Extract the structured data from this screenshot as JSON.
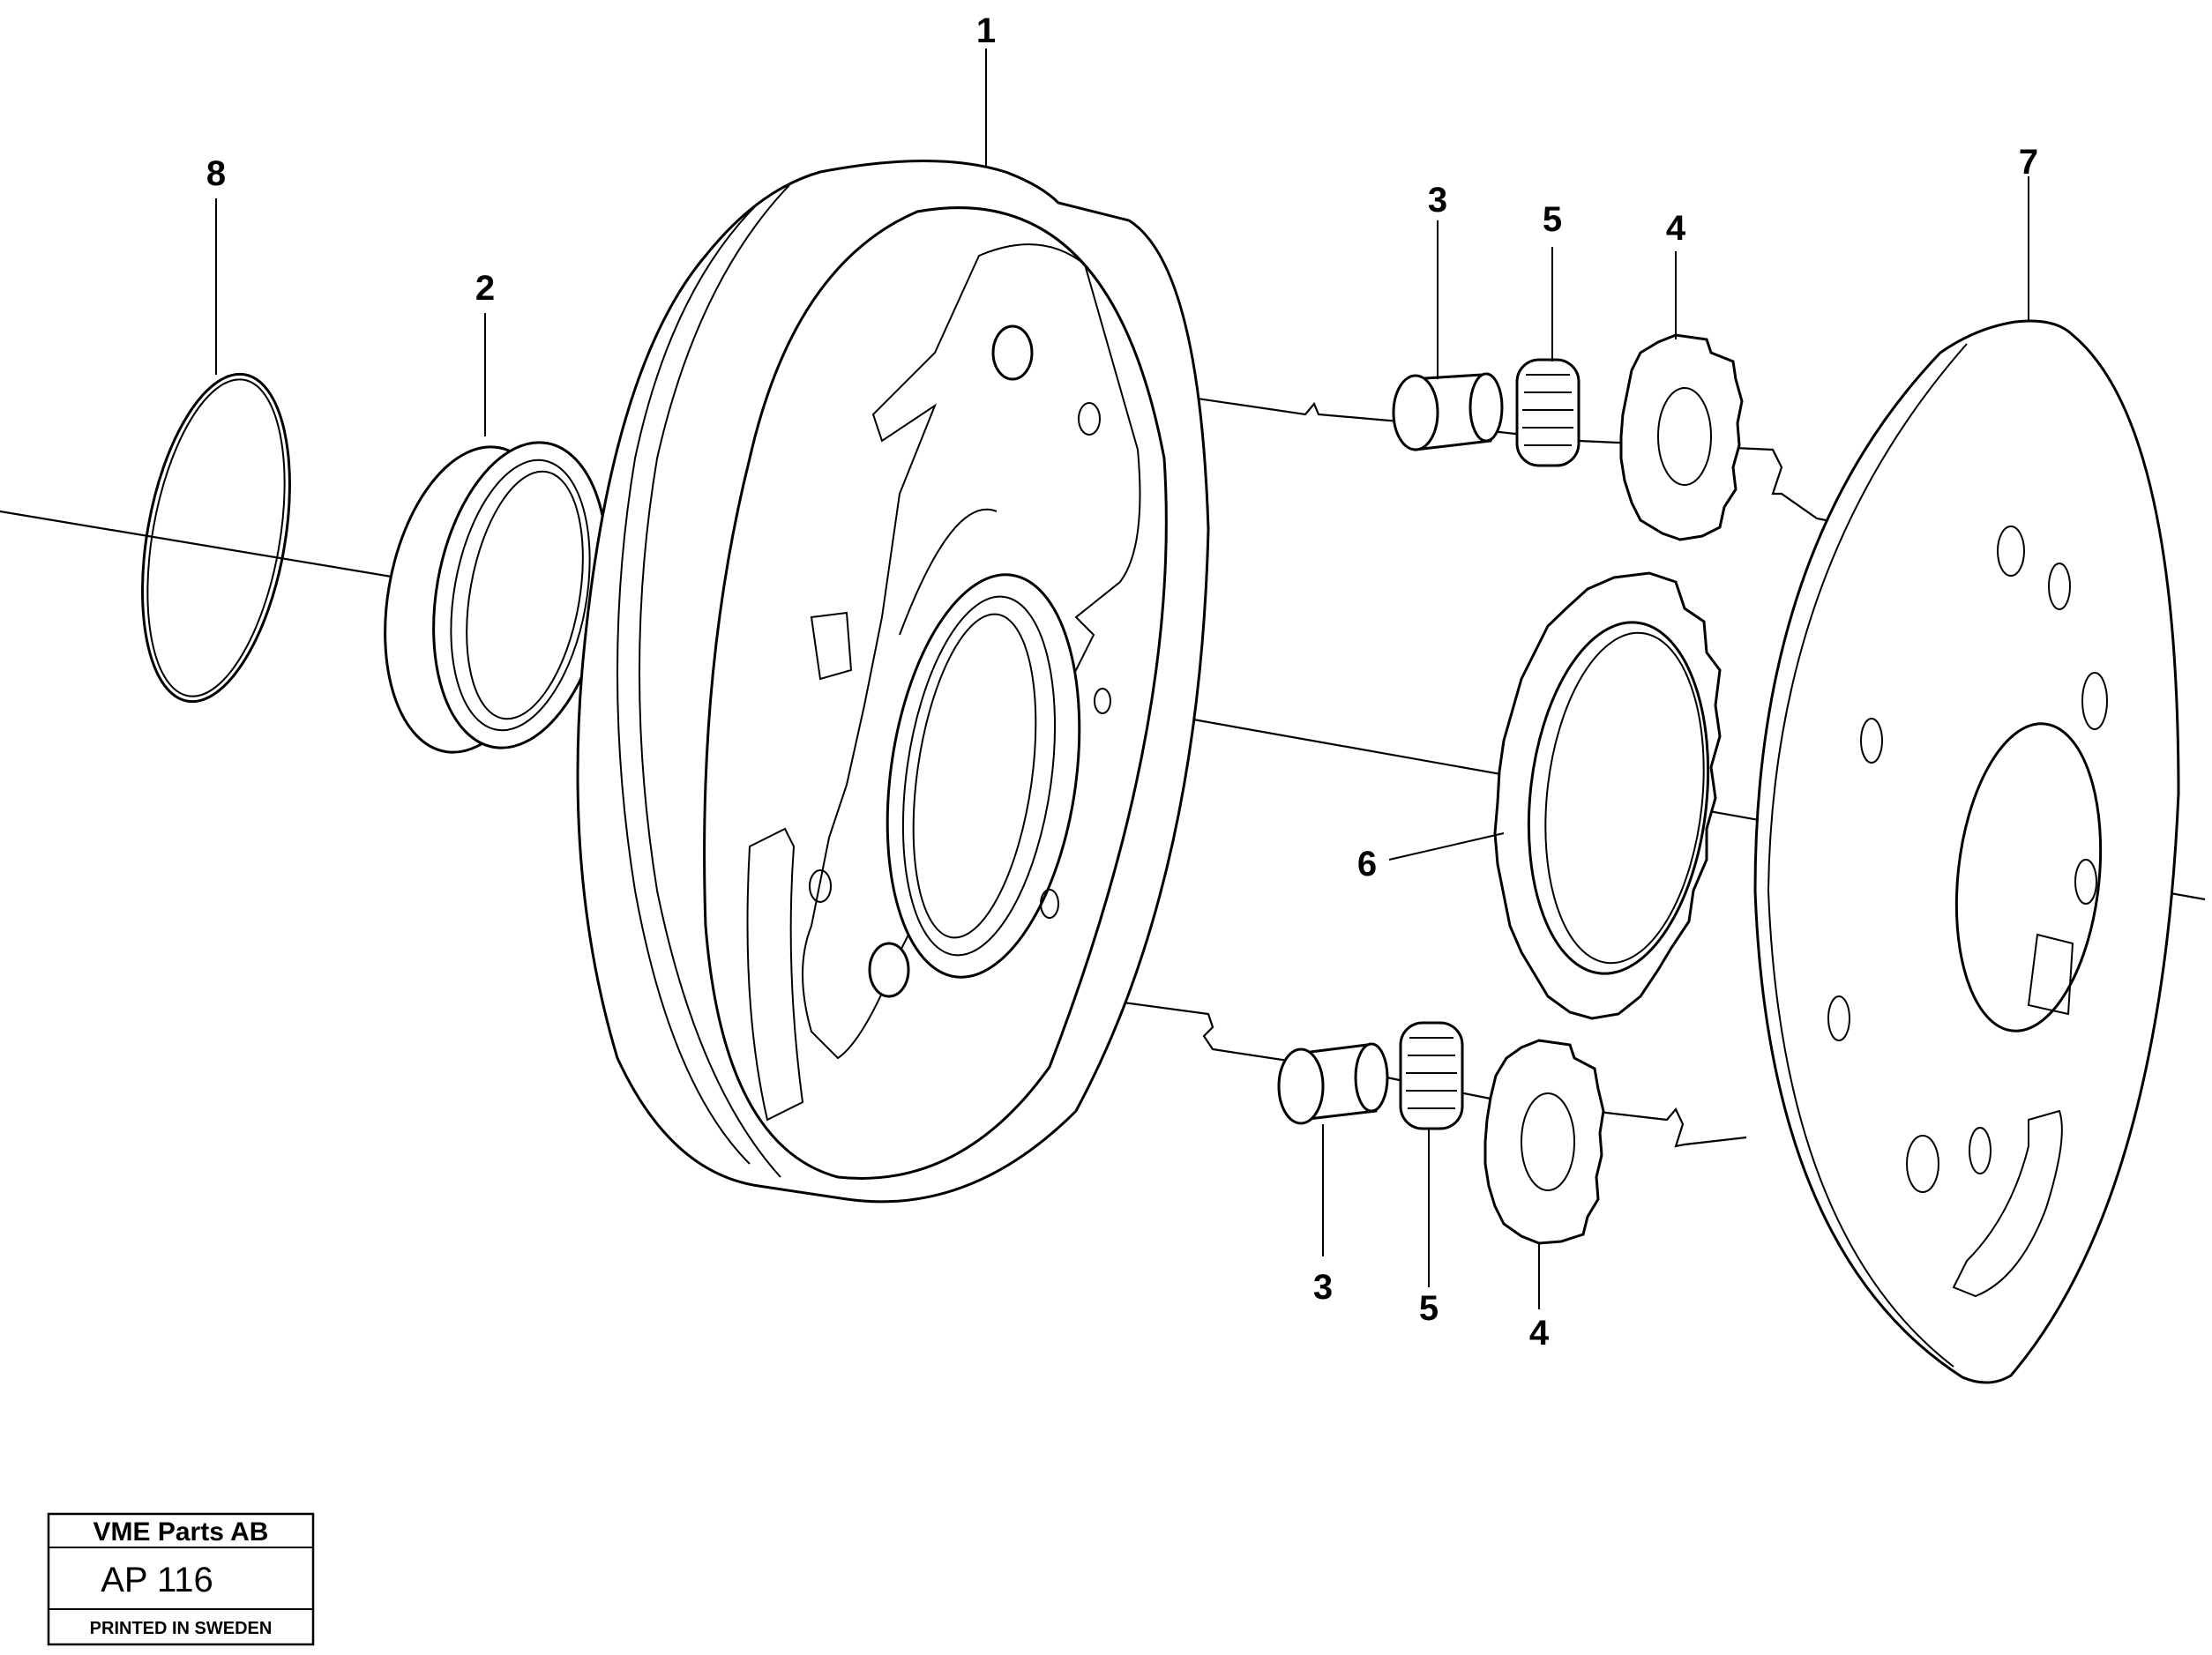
{
  "callouts": [
    {
      "id": "1",
      "text": "1"
    },
    {
      "id": "2",
      "text": "2"
    },
    {
      "id": "3a",
      "text": "3"
    },
    {
      "id": "3b",
      "text": "3"
    },
    {
      "id": "4a",
      "text": "4"
    },
    {
      "id": "4b",
      "text": "4"
    },
    {
      "id": "5a",
      "text": "5"
    },
    {
      "id": "5b",
      "text": "5"
    },
    {
      "id": "6",
      "text": "6"
    },
    {
      "id": "7",
      "text": "7"
    },
    {
      "id": "8",
      "text": "8"
    }
  ],
  "title_block": {
    "company": "VME Parts AB",
    "code": "AP 116",
    "note": "PRINTED IN SWEDEN"
  }
}
